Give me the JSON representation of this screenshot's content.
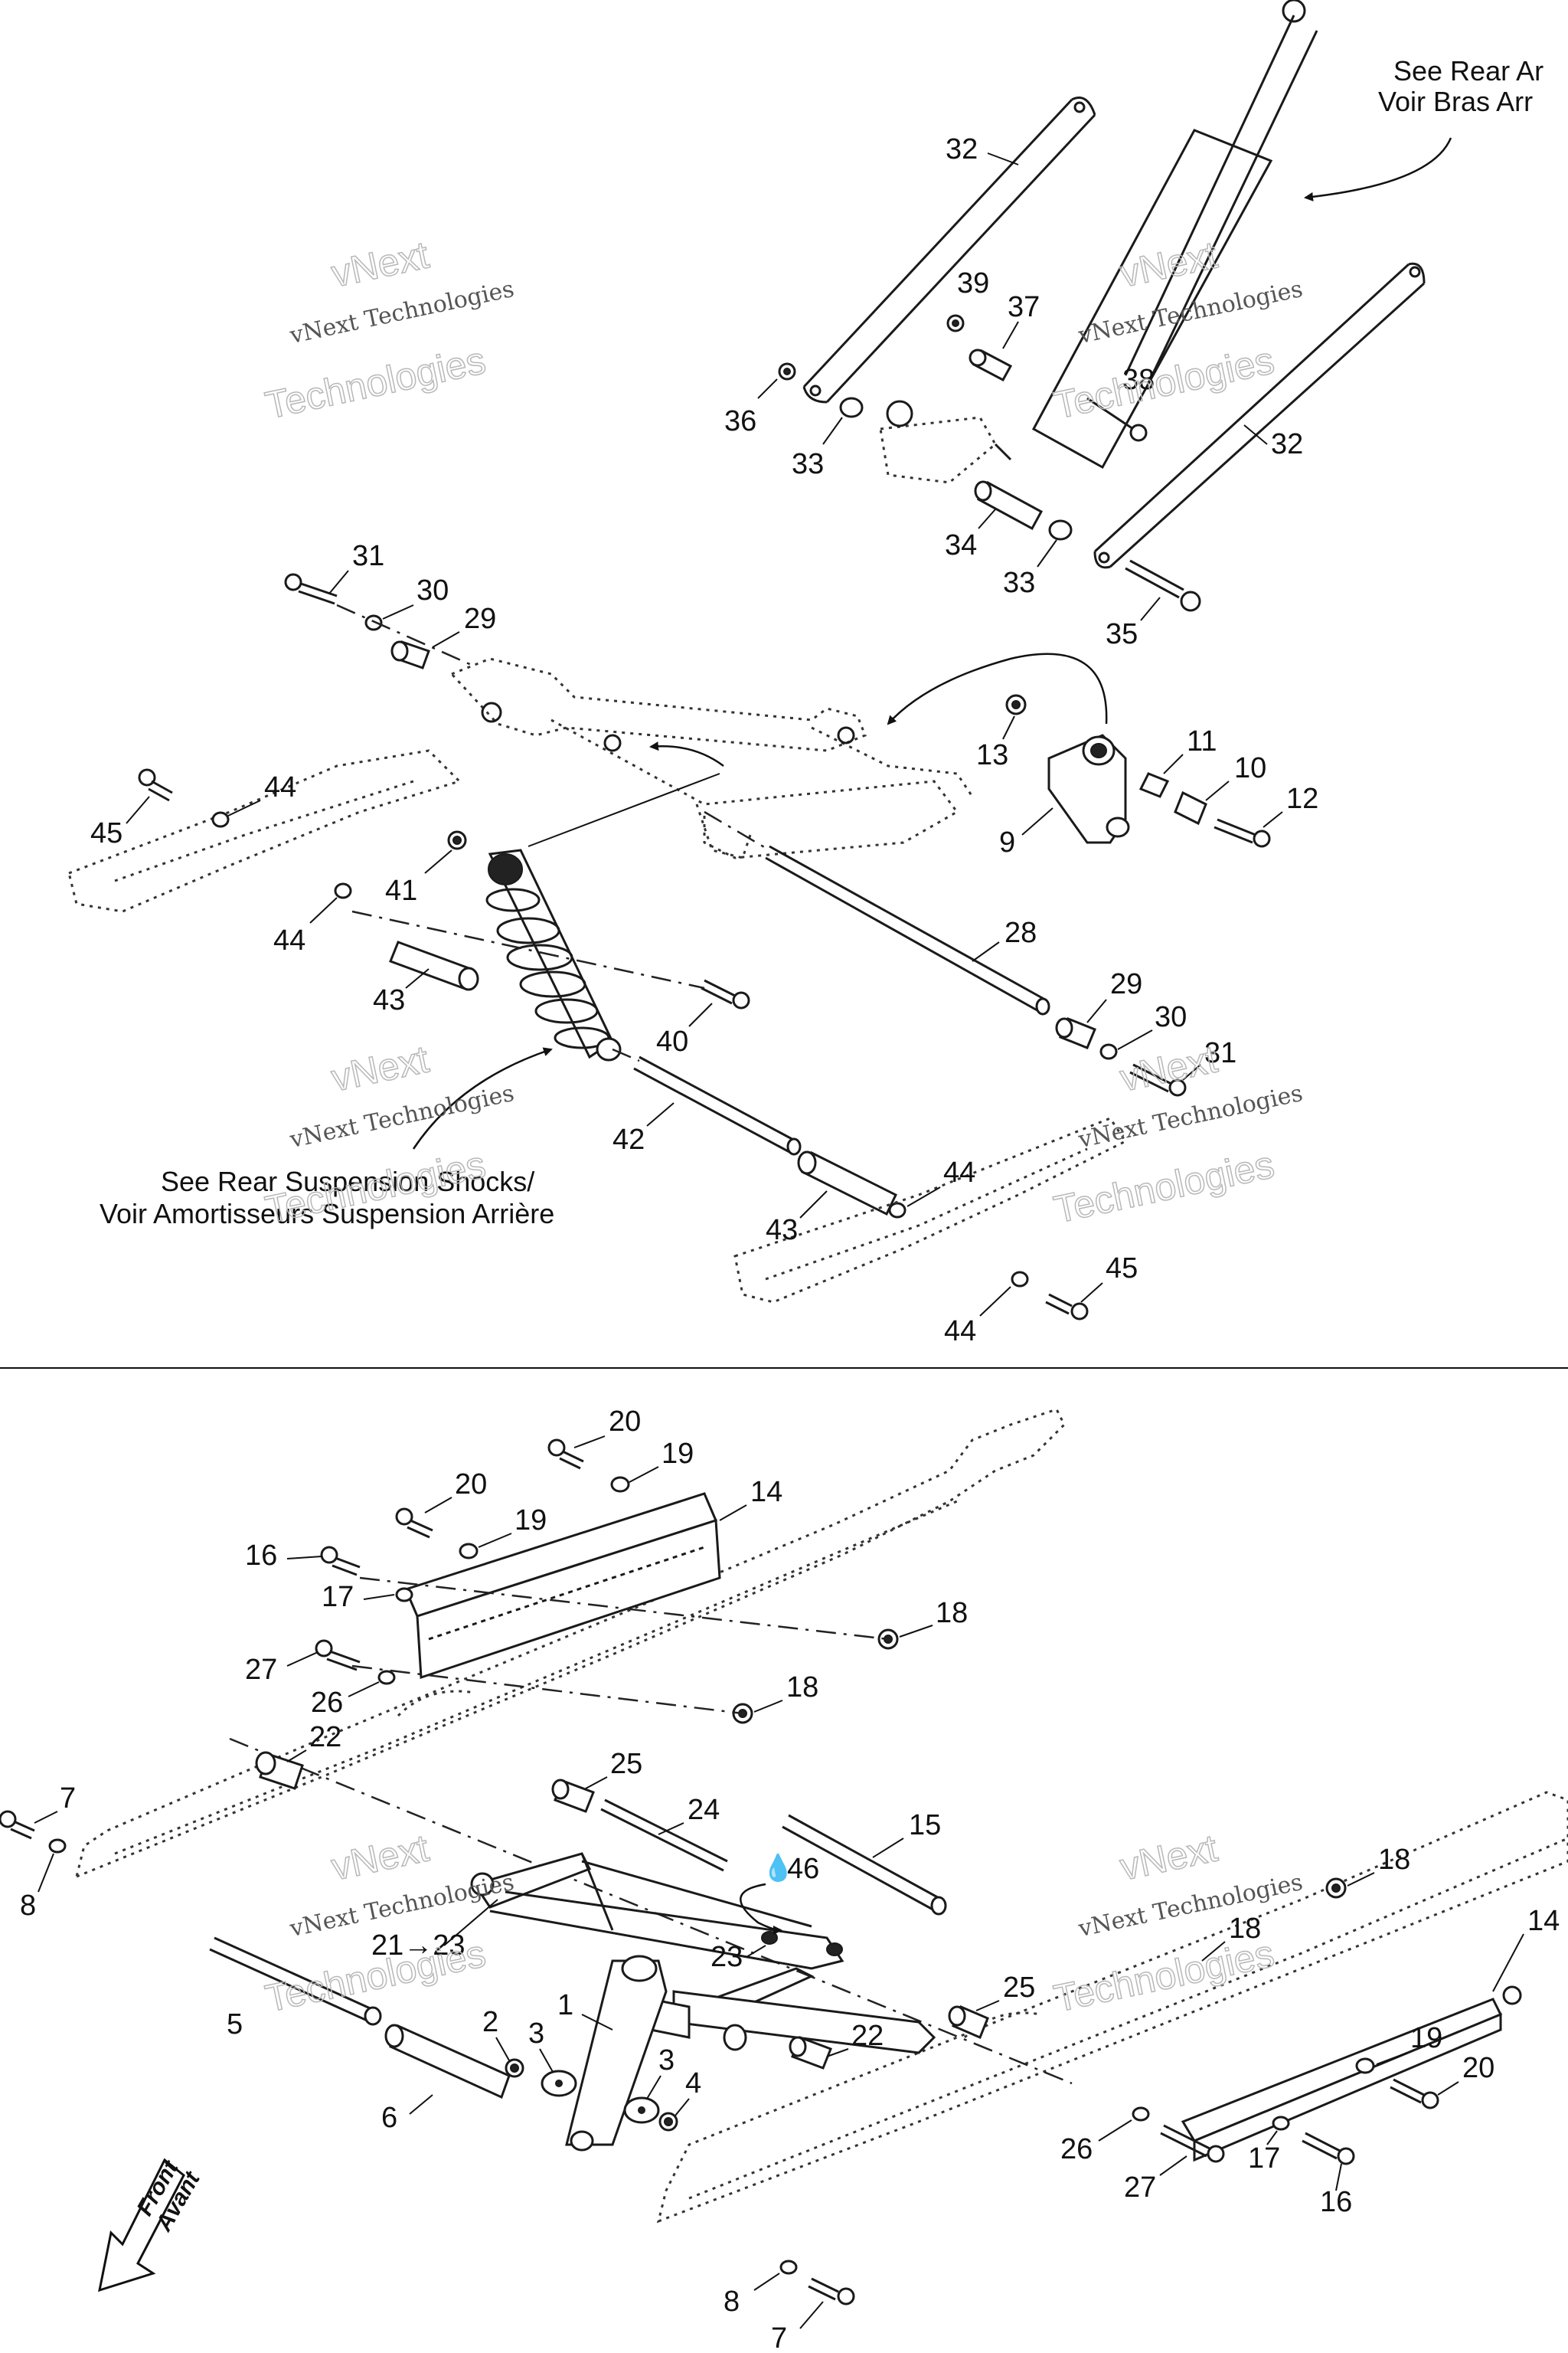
{
  "notes": {
    "rear_arm": [
      "See Rear Ar",
      "Voir Bras Arr"
    ],
    "shocks": [
      "See Rear Suspension Shocks/",
      "Voir Amortisseurs Suspension Arrière"
    ]
  },
  "watermark": {
    "top": "vNext",
    "line": "vNext Technologies",
    "outline": "Technologies"
  },
  "front_arrow": [
    "Front",
    "Avant"
  ],
  "drop_symbol": "💧",
  "callouts": {
    "c32a": "32",
    "c32b": "32",
    "c39": "39",
    "c37": "37",
    "c38": "38",
    "c36": "36",
    "c33a": "33",
    "c33b": "33",
    "c34": "34",
    "c35": "35",
    "c31a": "31",
    "c30a": "30",
    "c29a": "29",
    "c13": "13",
    "c11": "11",
    "c10": "10",
    "c12": "12",
    "c9": "9",
    "c44a": "44",
    "c45a": "45",
    "c41": "41",
    "c44b": "44",
    "c28": "28",
    "c43a": "43",
    "c29b": "29",
    "c30b": "30",
    "c31b": "31",
    "c40": "40",
    "c42": "42",
    "c44c": "44",
    "c43b": "43",
    "c45b": "45",
    "c44d": "44",
    "c20a": "20",
    "c19a": "19",
    "c14a": "14",
    "c20b": "20",
    "c19b": "19",
    "c16a": "16",
    "c17a": "17",
    "c18a": "18",
    "c27a": "27",
    "c26a": "26",
    "c18b": "18",
    "c22a": "22",
    "c25a": "25",
    "c24": "24",
    "c15": "15",
    "c7a": "7",
    "c8a": "8",
    "c46": "46",
    "c18c": "18",
    "c14b": "14",
    "c21_23": "21→23",
    "c23": "23",
    "c18d": "18",
    "c1": "1",
    "c25b": "25",
    "c5": "5",
    "c2": "2",
    "c3a": "3",
    "c3b": "3",
    "c4": "4",
    "c22b": "22",
    "c19c": "19",
    "c20c": "20",
    "c6": "6",
    "c26b": "26",
    "c17b": "17",
    "c27b": "27",
    "c16b": "16",
    "c8b": "8",
    "c7b": "7"
  }
}
